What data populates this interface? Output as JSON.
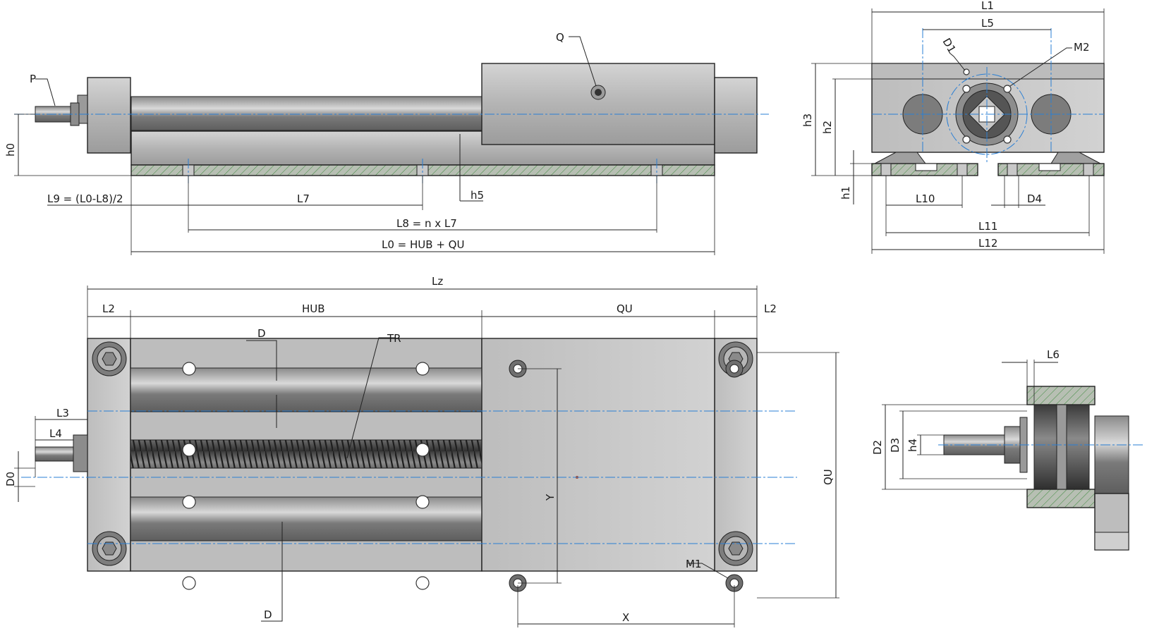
{
  "labels": {
    "P": "P",
    "Q": "Q",
    "h0": "h0",
    "h5": "h5",
    "L9": "L9 = (L0-L8)/2",
    "L7": "L7",
    "L8": "L8 = n x L7",
    "L0": "L0 = HUB + QU",
    "L1": "L1",
    "L5": "L5",
    "D1": "D1",
    "M2": "M2",
    "h3": "h3",
    "h2": "h2",
    "h1": "h1",
    "L10": "L10",
    "D4": "D4",
    "L11": "L11",
    "L12": "L12",
    "Lz": "Lz",
    "L2_left": "L2",
    "HUB": "HUB",
    "QU_top": "QU",
    "L2_right": "L2",
    "D_top": "D",
    "TR": "TR",
    "L3": "L3",
    "L4": "L4",
    "D0": "D0",
    "Y": "Y",
    "QU_side": "QU",
    "M1": "M1",
    "D_bottom": "D",
    "X": "X",
    "L6": "L6",
    "D2": "D2",
    "D3": "D3",
    "h4": "h4"
  },
  "colors": {
    "metal_light": "#c9c9c9",
    "metal_mid": "#a9a9a9",
    "metal_dark": "#6f6f6f",
    "hatch_fill": "#b7bfb3",
    "hatch_line": "#3f8a3f",
    "centerline": "#2a7fd4",
    "dimension": "#222222"
  }
}
